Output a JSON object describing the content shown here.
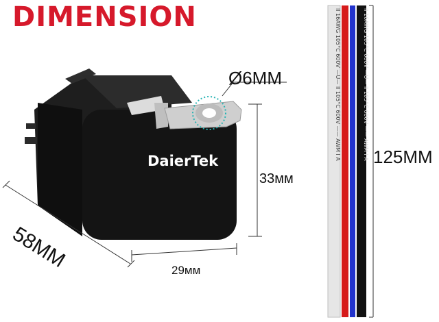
{
  "title": "DIMENSION",
  "product": {
    "brand_logo": "DaierTek"
  },
  "dimensions": {
    "hole_diameter": "Ø6MM",
    "height": "33мм",
    "width": "29мм",
    "depth": "58MM",
    "wire_length": "125MM"
  },
  "wire": {
    "print_pattern": "ll  16AWG 105°C 600V —U— ll  105°C 600V  —— AWM  l  A",
    "colors": [
      "#c8c8c8",
      "#d61a1a",
      "#2233cc",
      "#111111"
    ]
  }
}
